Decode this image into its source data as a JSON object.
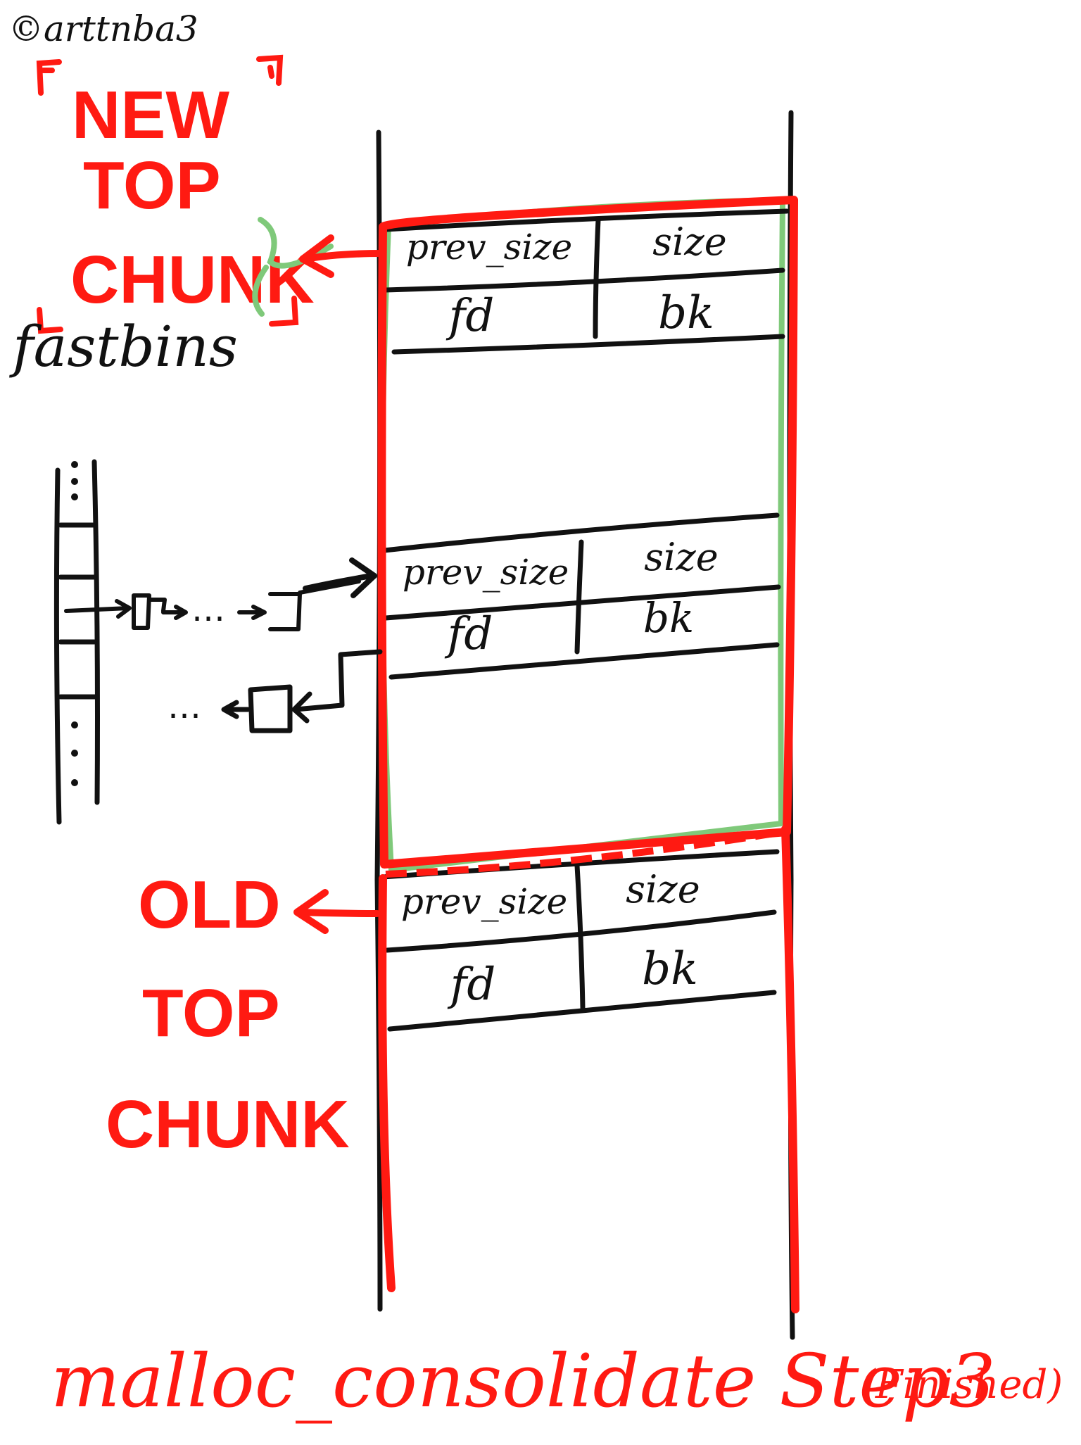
{
  "copyright": "©arttnba3",
  "labels": {
    "new_top_chunk": [
      "NEW",
      "TOP",
      "CHUNK"
    ],
    "old_top_chunk": [
      "OLD",
      "TOP",
      "CHUNK"
    ],
    "fastbins": "fastbins",
    "fastbin_chain_ellipsis": "…",
    "fastbin_back_ellipsis": "…"
  },
  "chunks": [
    {
      "prev_size": "prev_size",
      "size": "size",
      "fd": "fd",
      "bk": "bk"
    },
    {
      "prev_size": "prev_size",
      "size": "size",
      "fd": "fd",
      "bk": "bk"
    },
    {
      "prev_size": "prev_size",
      "size": "size",
      "fd": "fd",
      "bk": "bk"
    }
  ],
  "caption": {
    "main": "malloc_consolidate Step3",
    "note": "(Finished)"
  },
  "colors": {
    "ink": "#111111",
    "highlight": "#ff1a12",
    "green_outline": "#7fc97a",
    "background": "#ffffff"
  }
}
